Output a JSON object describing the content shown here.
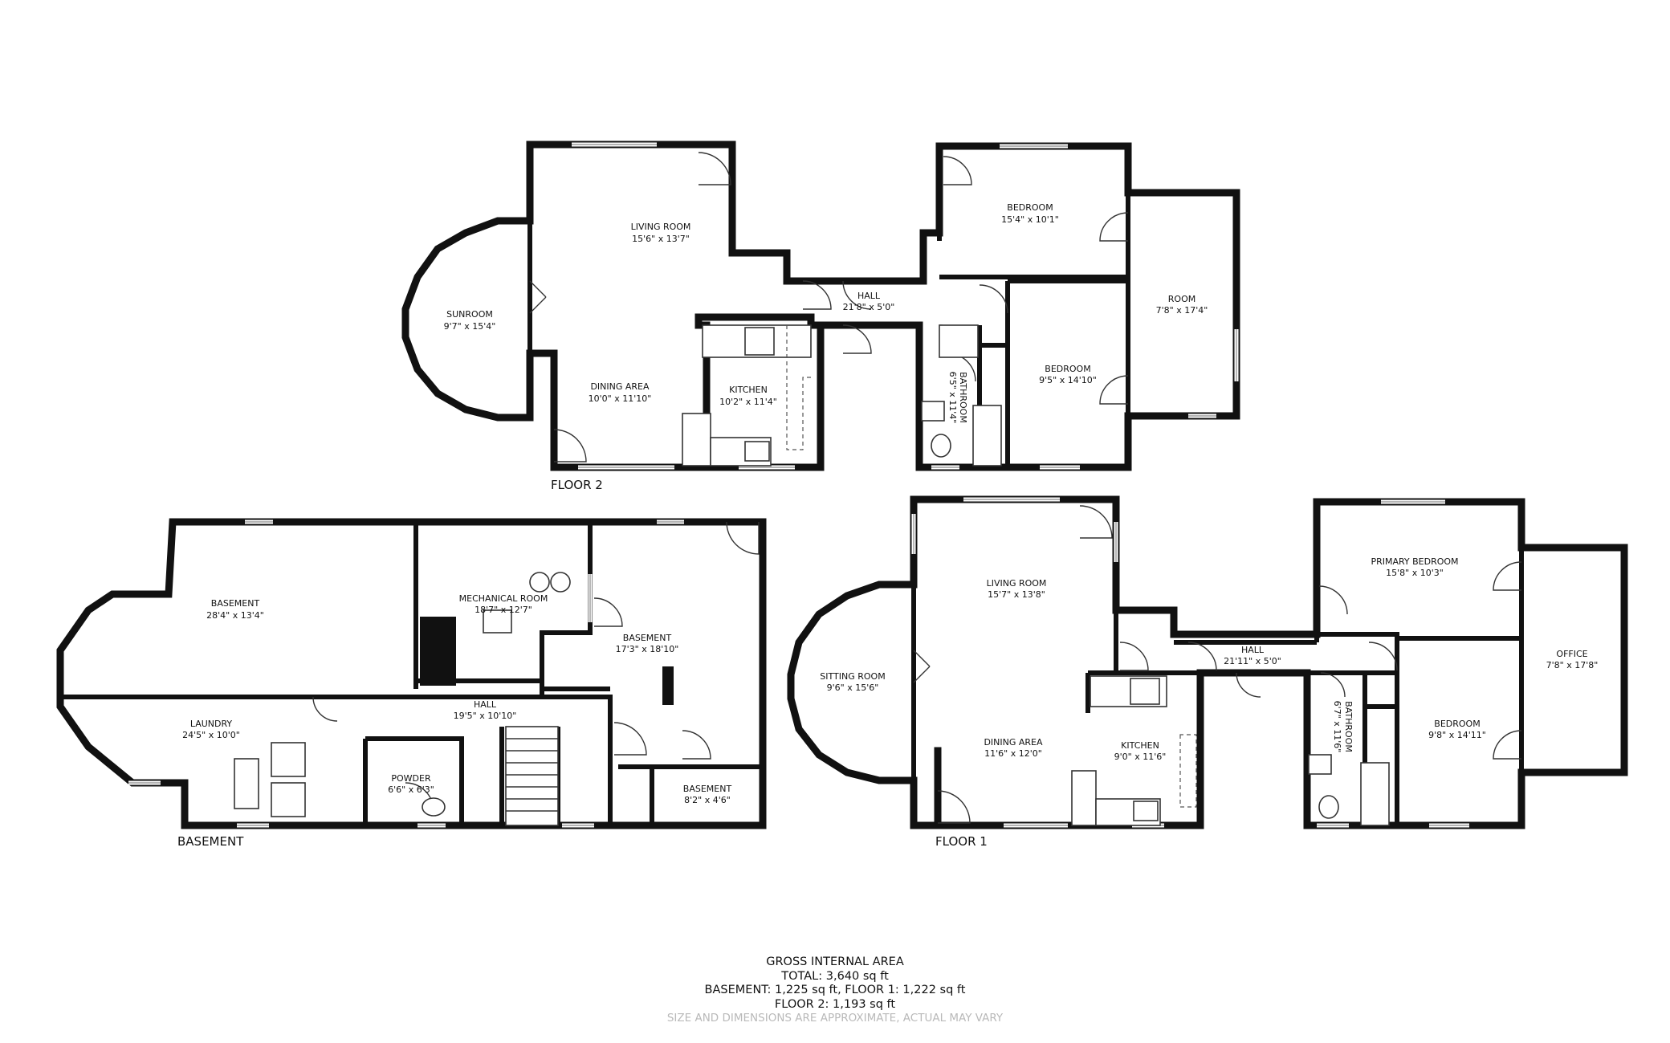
{
  "floors": {
    "floor2": "FLOOR 2",
    "basement": "BASEMENT",
    "floor1": "FLOOR 1"
  },
  "rooms": {
    "f2_living": {
      "name": "LIVING ROOM",
      "dim": "15'6\" x 13'7\""
    },
    "f2_sunroom": {
      "name": "SUNROOM",
      "dim": "9'7\" x 15'4\""
    },
    "f2_dining": {
      "name": "DINING AREA",
      "dim": "10'0\" x 11'10\""
    },
    "f2_kitchen": {
      "name": "KITCHEN",
      "dim": "10'2\" x 11'4\""
    },
    "f2_hall": {
      "name": "HALL",
      "dim": "21'8\" x 5'0\""
    },
    "f2_bedroom1": {
      "name": "BEDROOM",
      "dim": "15'4\" x 10'1\""
    },
    "f2_bedroom2": {
      "name": "BEDROOM",
      "dim": "9'5\" x 14'10\""
    },
    "f2_room": {
      "name": "ROOM",
      "dim": "7'8\" x 17'4\""
    },
    "f2_bath": {
      "name": "BATHROOM",
      "dim": "6'5\" x 11'4\""
    },
    "b_basement1": {
      "name": "BASEMENT",
      "dim": "28'4\" x 13'4\""
    },
    "b_mechanical": {
      "name": "MECHANICAL ROOM",
      "dim": "18'7\" x 12'7\""
    },
    "b_basement2": {
      "name": "BASEMENT",
      "dim": "17'3\" x 18'10\""
    },
    "b_laundry": {
      "name": "LAUNDRY",
      "dim": "24'5\" x 10'0\""
    },
    "b_hall": {
      "name": "HALL",
      "dim": "19'5\" x 10'10\""
    },
    "b_powder": {
      "name": "POWDER",
      "dim": "6'6\" x 6'3\""
    },
    "b_basement3": {
      "name": "BASEMENT",
      "dim": "8'2\" x 4'6\""
    },
    "f1_living": {
      "name": "LIVING ROOM",
      "dim": "15'7\" x 13'8\""
    },
    "f1_sitting": {
      "name": "SITTING ROOM",
      "dim": "9'6\" x 15'6\""
    },
    "f1_dining": {
      "name": "DINING AREA",
      "dim": "11'6\" x 12'0\""
    },
    "f1_kitchen": {
      "name": "KITCHEN",
      "dim": "9'0\" x 11'6\""
    },
    "f1_hall": {
      "name": "HALL",
      "dim": "21'11\" x 5'0\""
    },
    "f1_primary": {
      "name": "PRIMARY BEDROOM",
      "dim": "15'8\" x 10'3\""
    },
    "f1_office": {
      "name": "OFFICE",
      "dim": "7'8\" x 17'8\""
    },
    "f1_bedroom": {
      "name": "BEDROOM",
      "dim": "9'8\" x 14'11\""
    },
    "f1_bath": {
      "name": "BATHROOM",
      "dim": "6'7\" x 11'6\""
    }
  },
  "area": {
    "title": "GROSS INTERNAL AREA",
    "total": "TOTAL: 3,640 sq ft",
    "line2": "BASEMENT: 1,225 sq ft, FLOOR 1: 1,222 sq ft",
    "line3": "FLOOR 2: 1,193 sq ft",
    "note": "SIZE AND DIMENSIONS ARE APPROXIMATE, ACTUAL MAY VARY"
  }
}
